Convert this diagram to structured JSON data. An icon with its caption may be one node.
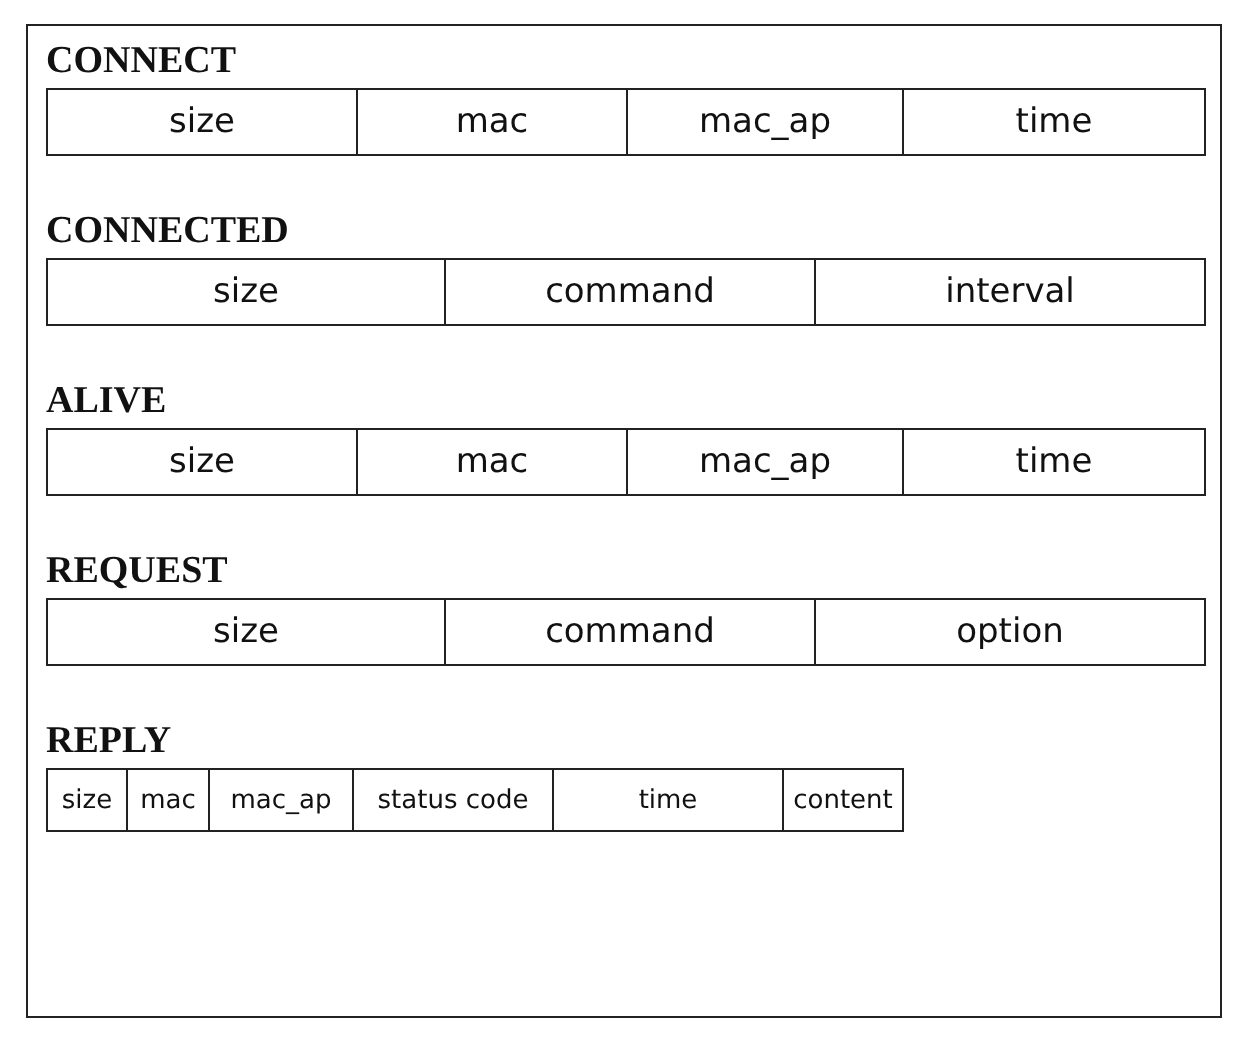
{
  "diagram": {
    "nodes": [
      {
        "text": [
          "CONNECT"
        ]
      },
      {
        "text": [
          "size"
        ],
        "in": 0
      },
      {
        "text": [
          "mac"
        ],
        "in": 0
      },
      {
        "text": [
          "mac_ap"
        ],
        "in": 0
      },
      {
        "text": [
          "time"
        ],
        "in": 0
      },
      {
        "text": [
          "CONNECTED"
        ]
      },
      {
        "text": [
          "size"
        ],
        "in": 5
      },
      {
        "text": [
          "command"
        ],
        "in": 5
      },
      {
        "text": [
          "interval"
        ],
        "in": 5
      },
      {
        "text": [
          "ALIVE"
        ]
      },
      {
        "text": [
          "size"
        ],
        "in": 9
      },
      {
        "text": [
          "mac"
        ],
        "in": 9
      },
      {
        "text": [
          "mac_ap"
        ],
        "in": 9
      },
      {
        "text": [
          "time"
        ],
        "in": 9
      },
      {
        "text": [
          "REQUEST"
        ]
      },
      {
        "text": [
          "size"
        ],
        "in": 14
      },
      {
        "text": [
          "command"
        ],
        "in": 14
      },
      {
        "text": [
          "option"
        ],
        "in": 14
      },
      {
        "text": [
          "REPLY"
        ]
      },
      {
        "text": [
          "size"
        ],
        "in": 18
      },
      {
        "text": [
          "mac"
        ],
        "in": 18
      },
      {
        "text": [
          "mac_ap"
        ],
        "in": 18
      },
      {
        "text": [
          "status code"
        ],
        "in": 18
      },
      {
        "text": [
          "time"
        ],
        "in": 18
      },
      {
        "text": [
          "content"
        ],
        "in": 18
      }
    ]
  }
}
